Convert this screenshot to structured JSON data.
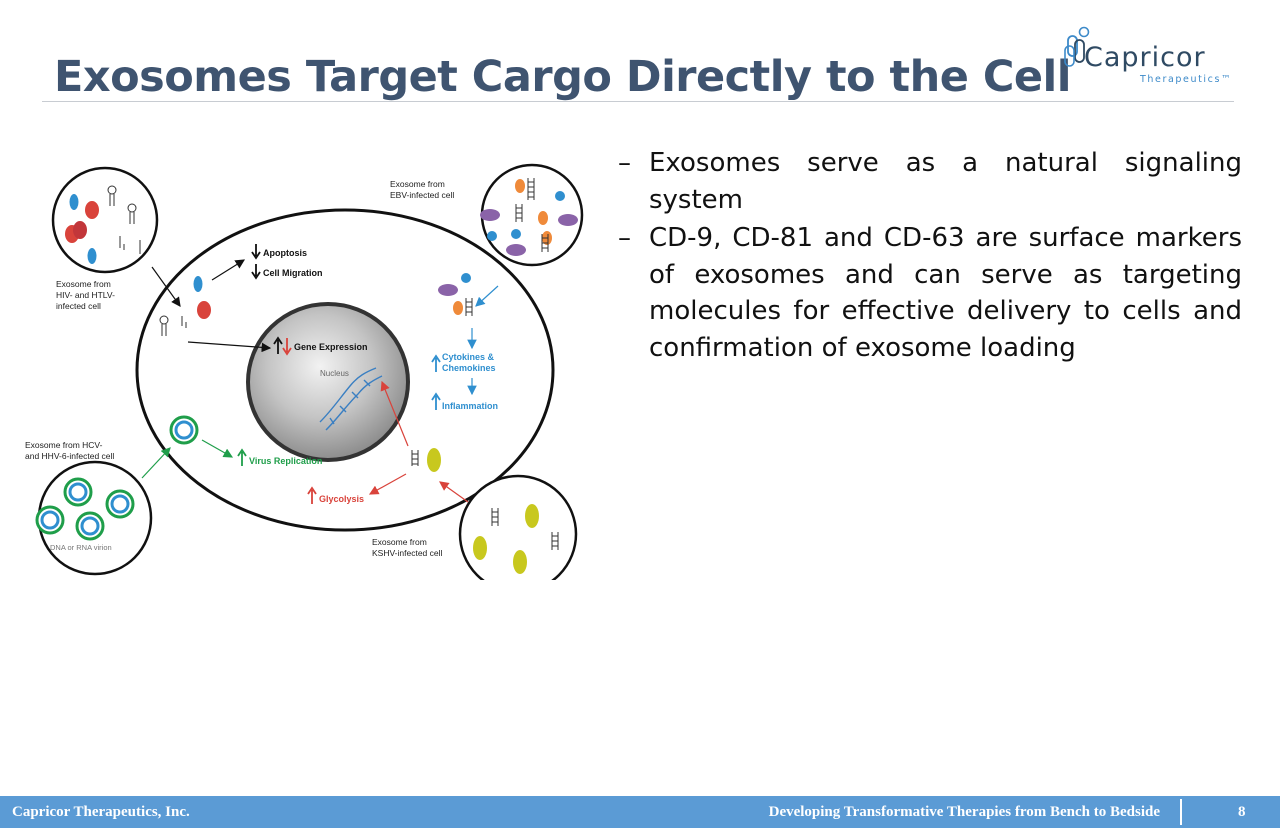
{
  "slide": {
    "title": "Exosomes Target Cargo Directly to the Cell"
  },
  "logo": {
    "name": "Capricor",
    "tagline": "Therapeutics™",
    "colors": {
      "word": "#2f4a63",
      "accent": "#3d8ac9"
    }
  },
  "bullets": [
    {
      "dash": "–",
      "text": "Exosomes serve as a natural signaling system"
    },
    {
      "dash": "–",
      "text": "CD-9, CD-81 and CD-63 are surface markers of exosomes and can serve as targeting molecules for effective delivery to cells and confirmation of exosome loading"
    }
  ],
  "diagram": {
    "nucleus_label": "Nucleus",
    "sources": {
      "ebv": [
        "Exosome from",
        "EBV-infected cell"
      ],
      "hiv": [
        "Exosome from",
        "HIV- and HTLV-",
        "infected cell"
      ],
      "hcv": [
        "Exosome from HCV-",
        "and HHV-6-infected cell"
      ],
      "kshv": [
        "Exosome from",
        "KSHV-infected cell"
      ],
      "virion": "DNA or RNA virion"
    },
    "effects": {
      "apoptosis": "Apoptosis",
      "migration": "Cell Migration",
      "gene": "Gene Expression",
      "cytokines": [
        "Cytokines &",
        "Chemokines"
      ],
      "inflammation": "Inflammation",
      "virus": "Virus Replication",
      "glycolysis": "Glycolysis"
    },
    "colors": {
      "black": "#111111",
      "red": "#d9433b",
      "blue": "#2f8fcf",
      "green": "#1f9e4a",
      "yellow": "#c8c81e",
      "purple": "#8a63a8",
      "orange": "#ef8a3a"
    }
  },
  "footer": {
    "company": "Capricor Therapeutics, Inc.",
    "tagline": "Developing Transformative Therapies from Bench to Bedside",
    "page": "8",
    "color": "#5b9bd5"
  }
}
